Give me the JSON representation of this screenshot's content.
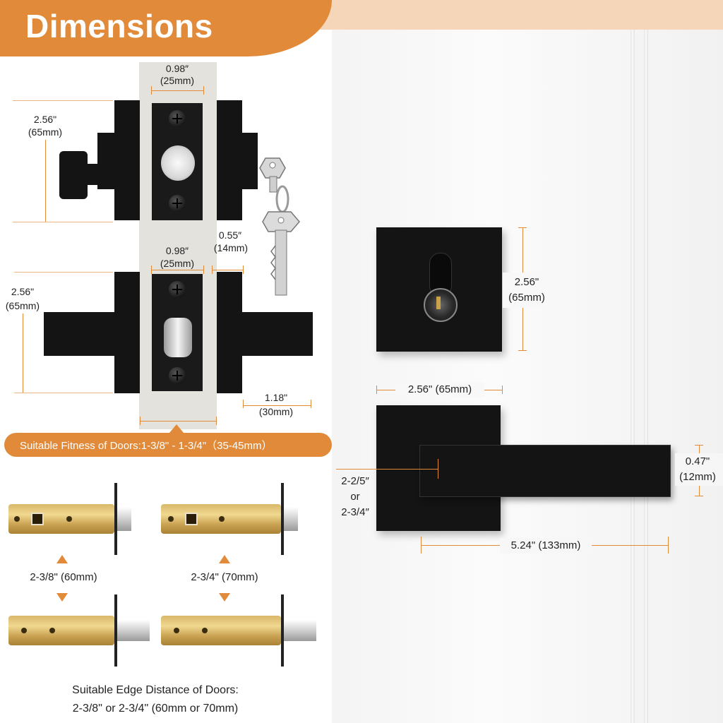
{
  "title": "Dimensions",
  "colors": {
    "accent": "#e08a3a",
    "accent_light": "#f6d6b8",
    "hardware": "#141414"
  },
  "deadbolt_side": {
    "backset_width": "0.98″",
    "backset_width_mm": "(25mm)",
    "height": "2.56\"",
    "height_mm": "(65mm)"
  },
  "lever_side": {
    "backset_width": "0.98″",
    "backset_width_mm": "(25mm)",
    "height": "2.56\"",
    "height_mm": "(65mm)",
    "spindle": "0.55″",
    "spindle_mm": "(14mm)",
    "projection": "1.18\"",
    "projection_mm": "(30mm)"
  },
  "fitness_banner": "Suitable Fitness of Doors:1-3/8\" - 1-3/4\"（35-45mm）",
  "latches": {
    "left_label": "2-3/8\" (60mm)",
    "right_label": "2-3/4\" (70mm)"
  },
  "edge_distance": {
    "line1": "Suitable Edge Distance of Doors:",
    "line2": "2-3/8\" or 2-3/4\" (60mm or 70mm)"
  },
  "deadbolt_installed": {
    "height": "2.56\"",
    "height_mm": "(65mm)"
  },
  "lever_installed": {
    "rose_width": "2.56\" (65mm)",
    "lever_thickness": "0.47\"",
    "lever_thickness_mm": "(12mm)",
    "backset_line1": "2-2/5″",
    "backset_line2": "or",
    "backset_line3": "2-3/4″",
    "lever_length": "5.24\" (133mm)"
  }
}
